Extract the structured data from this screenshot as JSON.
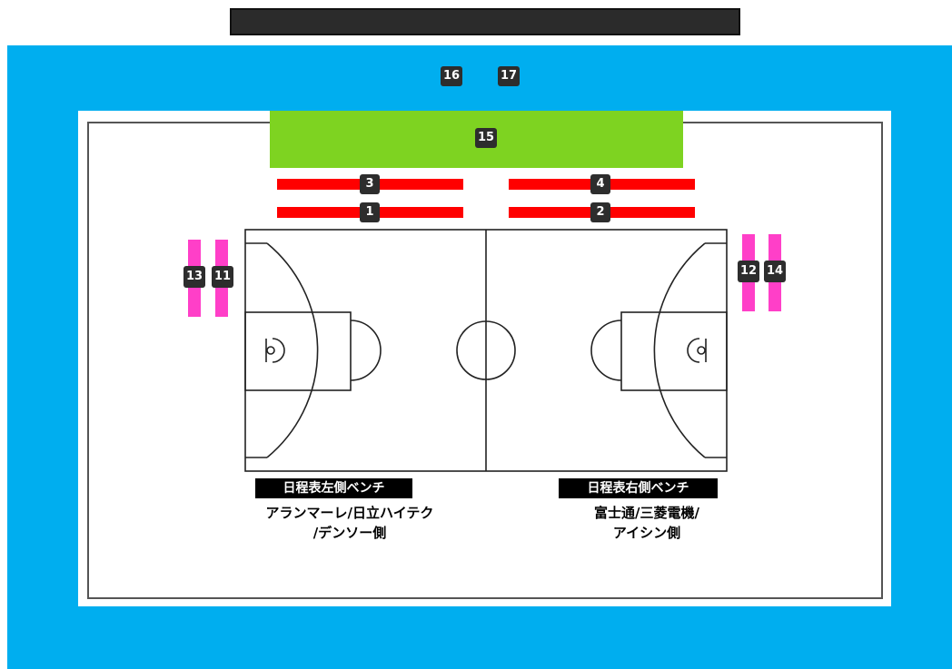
{
  "seats": {
    "s1": "1",
    "s2": "2",
    "s3": "3",
    "s4": "4",
    "s11": "11",
    "s12": "12",
    "s13": "13",
    "s14": "14",
    "s15": "15",
    "s16": "16",
    "s17": "17"
  },
  "benches": {
    "left_label": "日程表左側ベンチ",
    "left_team_line1": "アランマーレ/日立ハイテク",
    "left_team_line2": "/デンソー側",
    "right_label": "日程表右側ベンチ",
    "right_team_line1": "富士通/三菱電機/",
    "right_team_line2": "アイシン側"
  },
  "colors": {
    "arena": "#00aeef",
    "stage": "#7ed321",
    "courtside_red": "#ff0000",
    "endline_pink": "#ff3fc8",
    "badge": "#2d2d2d",
    "screen": "#2b2b2b"
  }
}
